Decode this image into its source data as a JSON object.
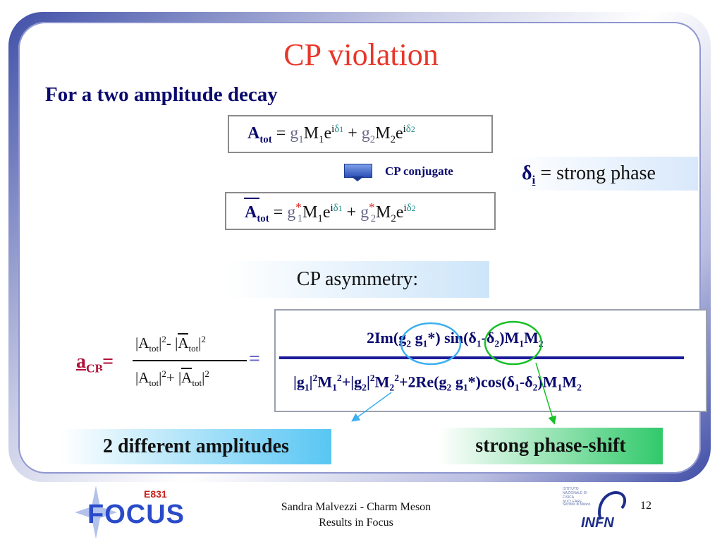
{
  "slide": {
    "title": "CP violation",
    "subtitle": "For a two amplitude decay",
    "conjugate_label": "CP conjugate",
    "strong_phase_def": "= strong phase",
    "asymmetry_heading": "CP asymmetry:",
    "callout_left": "2 different amplitudes",
    "callout_right": "strong phase-shift"
  },
  "symbols": {
    "delta": "δ",
    "delta_i_sub": "i",
    "A": "A",
    "tot": "tot",
    "eq": "=",
    "plus": "+",
    "g": "g",
    "M": "M",
    "e": "e",
    "i": "i",
    "one": "1",
    "two": "2",
    "star": "*",
    "a": "a",
    "cp": "CP",
    "a_cp_eq": "=",
    "frac_eq": "=",
    "num_l": "|A",
    "num_sq_minus": "|",
    "sq": "2",
    "minus": "- |",
    "bar": "|",
    "den_plus": "+ |",
    "im_prefix": "2Im(",
    "sin_close": ") sin(",
    "dash": "-",
    "paren_close": ")",
    "den_abs_open": "|",
    "den_plus_abs": "+|",
    "re_prefix": "+2Re(",
    "cos_close": ")cos(",
    "space": " "
  },
  "footer": {
    "author_line1": "Sandra Malvezzi - Charm Meson",
    "author_line2": "Results  in Focus",
    "page_number": "12",
    "logo_focus_text": "FOCUS",
    "logo_focus_tag": "E831",
    "logo_infn_text": "INFN",
    "logo_infn_small": "ISTITUTO NAZIONALE DI FISICA NUCLEARE",
    "logo_infn_sub": "Sezione di Milano"
  },
  "colors": {
    "title": "#e8372a",
    "navy": "#0a0a6e",
    "teal": "#1f8c8c",
    "callout_blue": "#58c6f3",
    "callout_green": "#31c96a",
    "circle_blue": "#3cb0f0",
    "circle_green": "#17c027"
  }
}
